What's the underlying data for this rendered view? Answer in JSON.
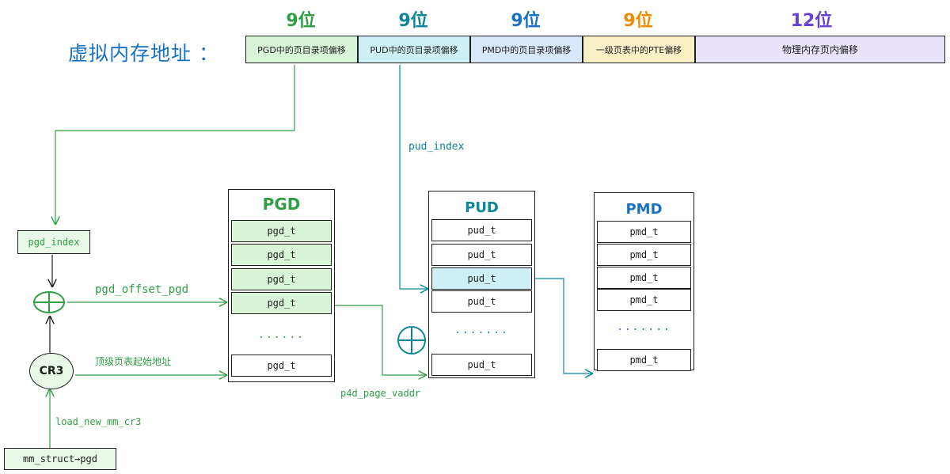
{
  "header": {
    "title": "虚拟内存地址 ：",
    "bits": [
      "9位",
      "9位",
      "9位",
      "9位",
      "12位"
    ],
    "segments": [
      "PGD中的页目录项偏移",
      "PUD中的页目录项偏移",
      "PMD中的页目录项偏移",
      "一级页表中的PTE偏移",
      "物理内存页内偏移"
    ]
  },
  "colors": {
    "green": "#2f9e44",
    "teal": "#0c8599",
    "blue": "#1971c2",
    "orange": "#f08c00",
    "purple": "#6741d9"
  },
  "labels": {
    "pud_index": "pud_index",
    "pgd_index": "pgd_index",
    "pgd_offset_pgd": "pgd_offset_pgd",
    "top_level_start": "顶级页表起始地址",
    "p4d_page_vaddr": "p4d_page_vaddr",
    "load_new_mm_cr3": "load_new_mm_cr3",
    "mm_struct_pgd": "mm_struct→pgd",
    "cr3": "CR3",
    "plus": "⊕"
  },
  "pgd_table": {
    "title": "PGD",
    "rows": [
      "pgd_t",
      "pgd_t",
      "pgd_t",
      "pgd_t"
    ],
    "dots": "......",
    "last": "pgd_t"
  },
  "pud_table": {
    "title": "PUD",
    "rows": [
      "pud_t",
      "pud_t",
      "pud_t",
      "pud_t"
    ],
    "dots": ".......",
    "last": "pud_t"
  },
  "pmd_table": {
    "title": "PMD",
    "rows": [
      "pmd_t",
      "pmd_t",
      "pmd_t",
      "pmd_t"
    ],
    "dots": ".......",
    "last": "pmd_t"
  }
}
